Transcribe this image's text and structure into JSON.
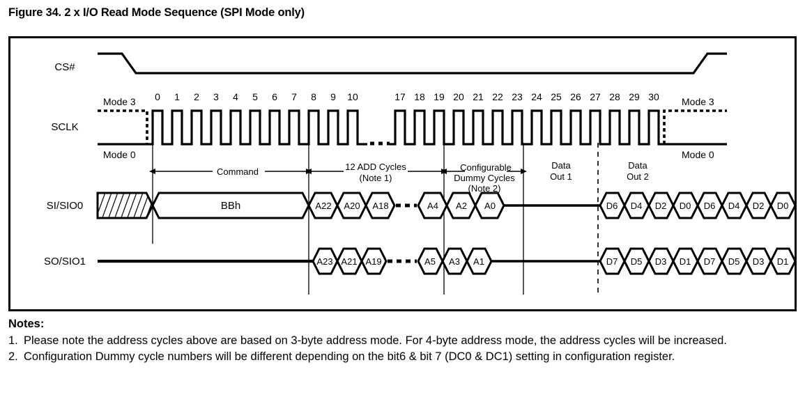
{
  "figure": {
    "title": "Figure 34. 2 x I/O Read Mode Sequence (SPI Mode only)"
  },
  "signals": {
    "cs": "CS#",
    "sclk": "SCLK",
    "sio0": "SI/SIO0",
    "sio1": "SO/SIO1"
  },
  "modes": {
    "top_left": "Mode 3",
    "bottom_left": "Mode 0",
    "top_right": "Mode 3",
    "bottom_right": "Mode 0"
  },
  "clock_numbers": [
    "0",
    "1",
    "2",
    "3",
    "4",
    "5",
    "6",
    "7",
    "8",
    "9",
    "10",
    "17",
    "18",
    "19",
    "20",
    "21",
    "22",
    "23",
    "24",
    "25",
    "26",
    "27",
    "28",
    "29",
    "30"
  ],
  "annotations": {
    "command": "Command",
    "address_line1": "12 ADD Cycles",
    "address_line2": "(Note 1)",
    "dummy_line1": "Configurable",
    "dummy_line2": "Dummy Cycles",
    "dummy_line3": "(Note 2)",
    "data_out_1_line1": "Data",
    "data_out_1_line2": "Out 1",
    "data_out_2_line1": "Data",
    "data_out_2_line2": "Out 2"
  },
  "bus": {
    "command_value": "BBh",
    "sio0_address": [
      "A22",
      "A20",
      "A18",
      "A4",
      "A2",
      "A0"
    ],
    "sio1_address": [
      "A23",
      "A21",
      "A19",
      "A5",
      "A3",
      "A1"
    ],
    "sio0_data": [
      "D6",
      "D4",
      "D2",
      "D0",
      "D6",
      "D4",
      "D2",
      "D0"
    ],
    "sio1_data": [
      "D7",
      "D5",
      "D3",
      "D1",
      "D7",
      "D5",
      "D3",
      "D1"
    ]
  },
  "notes": {
    "heading": "Notes:",
    "items": [
      {
        "number": "1.",
        "text": "Please note the address cycles above are based on 3-byte address mode. For 4-byte address mode, the address cycles will be increased."
      },
      {
        "number": "2.",
        "text": "Configuration Dummy cycle numbers will be different depending on the bit6 & bit 7 (DC0 & DC1) setting in configuration register."
      }
    ]
  },
  "colors": {
    "ink": "#000000",
    "background": "#ffffff"
  }
}
